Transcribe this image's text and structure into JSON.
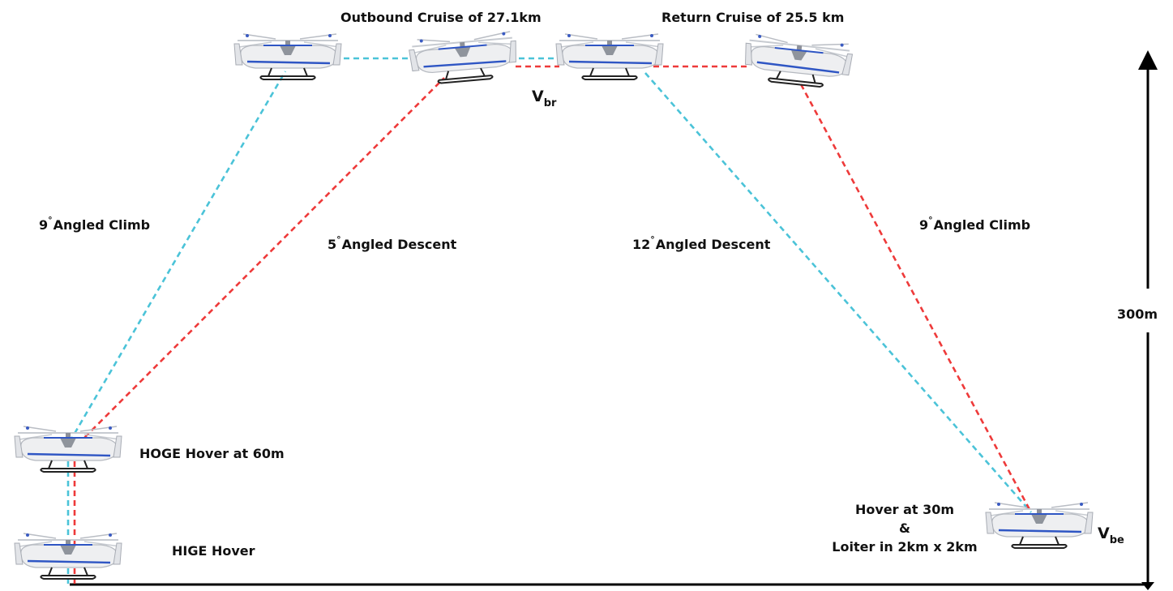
{
  "labels": {
    "outbound_cruise": "Outbound Cruise of 27.1km",
    "return_cruise": "Return Cruise of 25.5 km",
    "climb_left": {
      "value": "9",
      "deg": "°",
      "text": "Angled Climb"
    },
    "descent_5": {
      "value": "5",
      "deg": "°",
      "text": "Angled Descent"
    },
    "descent_12": {
      "value": "12",
      "deg": "°",
      "text": "Angled Descent"
    },
    "climb_right": {
      "value": "9",
      "deg": "°",
      "text": "Angled Climb"
    },
    "hoge_hover": "HOGE Hover at 60m",
    "hige_hover": "HIGE Hover",
    "hover_loiter": [
      "Hover at 30m",
      "&",
      "Loiter in 2km x 2km"
    ],
    "altitude": "300m",
    "v_br": {
      "symbol": "V",
      "sub": "br"
    },
    "v_be": {
      "symbol": "V",
      "sub": "be"
    }
  },
  "colors": {
    "outbound_path": "#4bc3d8",
    "return_path": "#ee3a3a",
    "arrow": "#000000",
    "aircraft_body": "#eeeff1",
    "aircraft_stripe": "#2f56c4"
  }
}
